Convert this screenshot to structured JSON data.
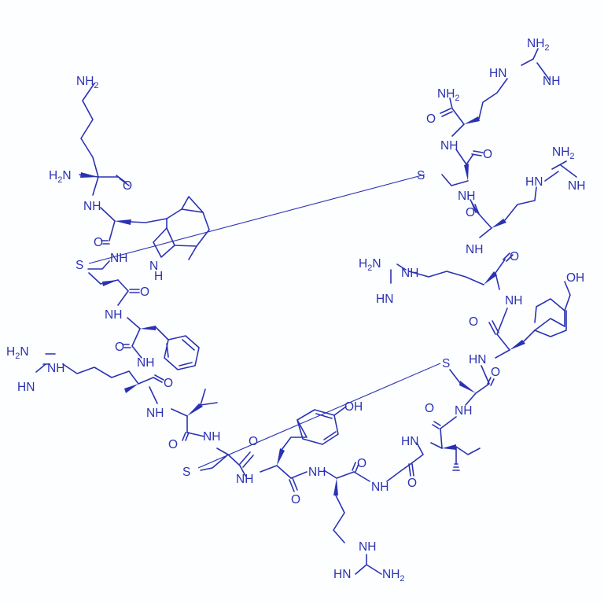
{
  "labels": {
    "nh2": "NH",
    "h2n": "H",
    "h": "H",
    "n": "N",
    "nh": "NH",
    "hn": "HN",
    "o": "O",
    "s": "S",
    "oh": "OH",
    "two": "2"
  },
  "colors": {
    "ink": "#2b32b2",
    "background": "#ffffff"
  }
}
